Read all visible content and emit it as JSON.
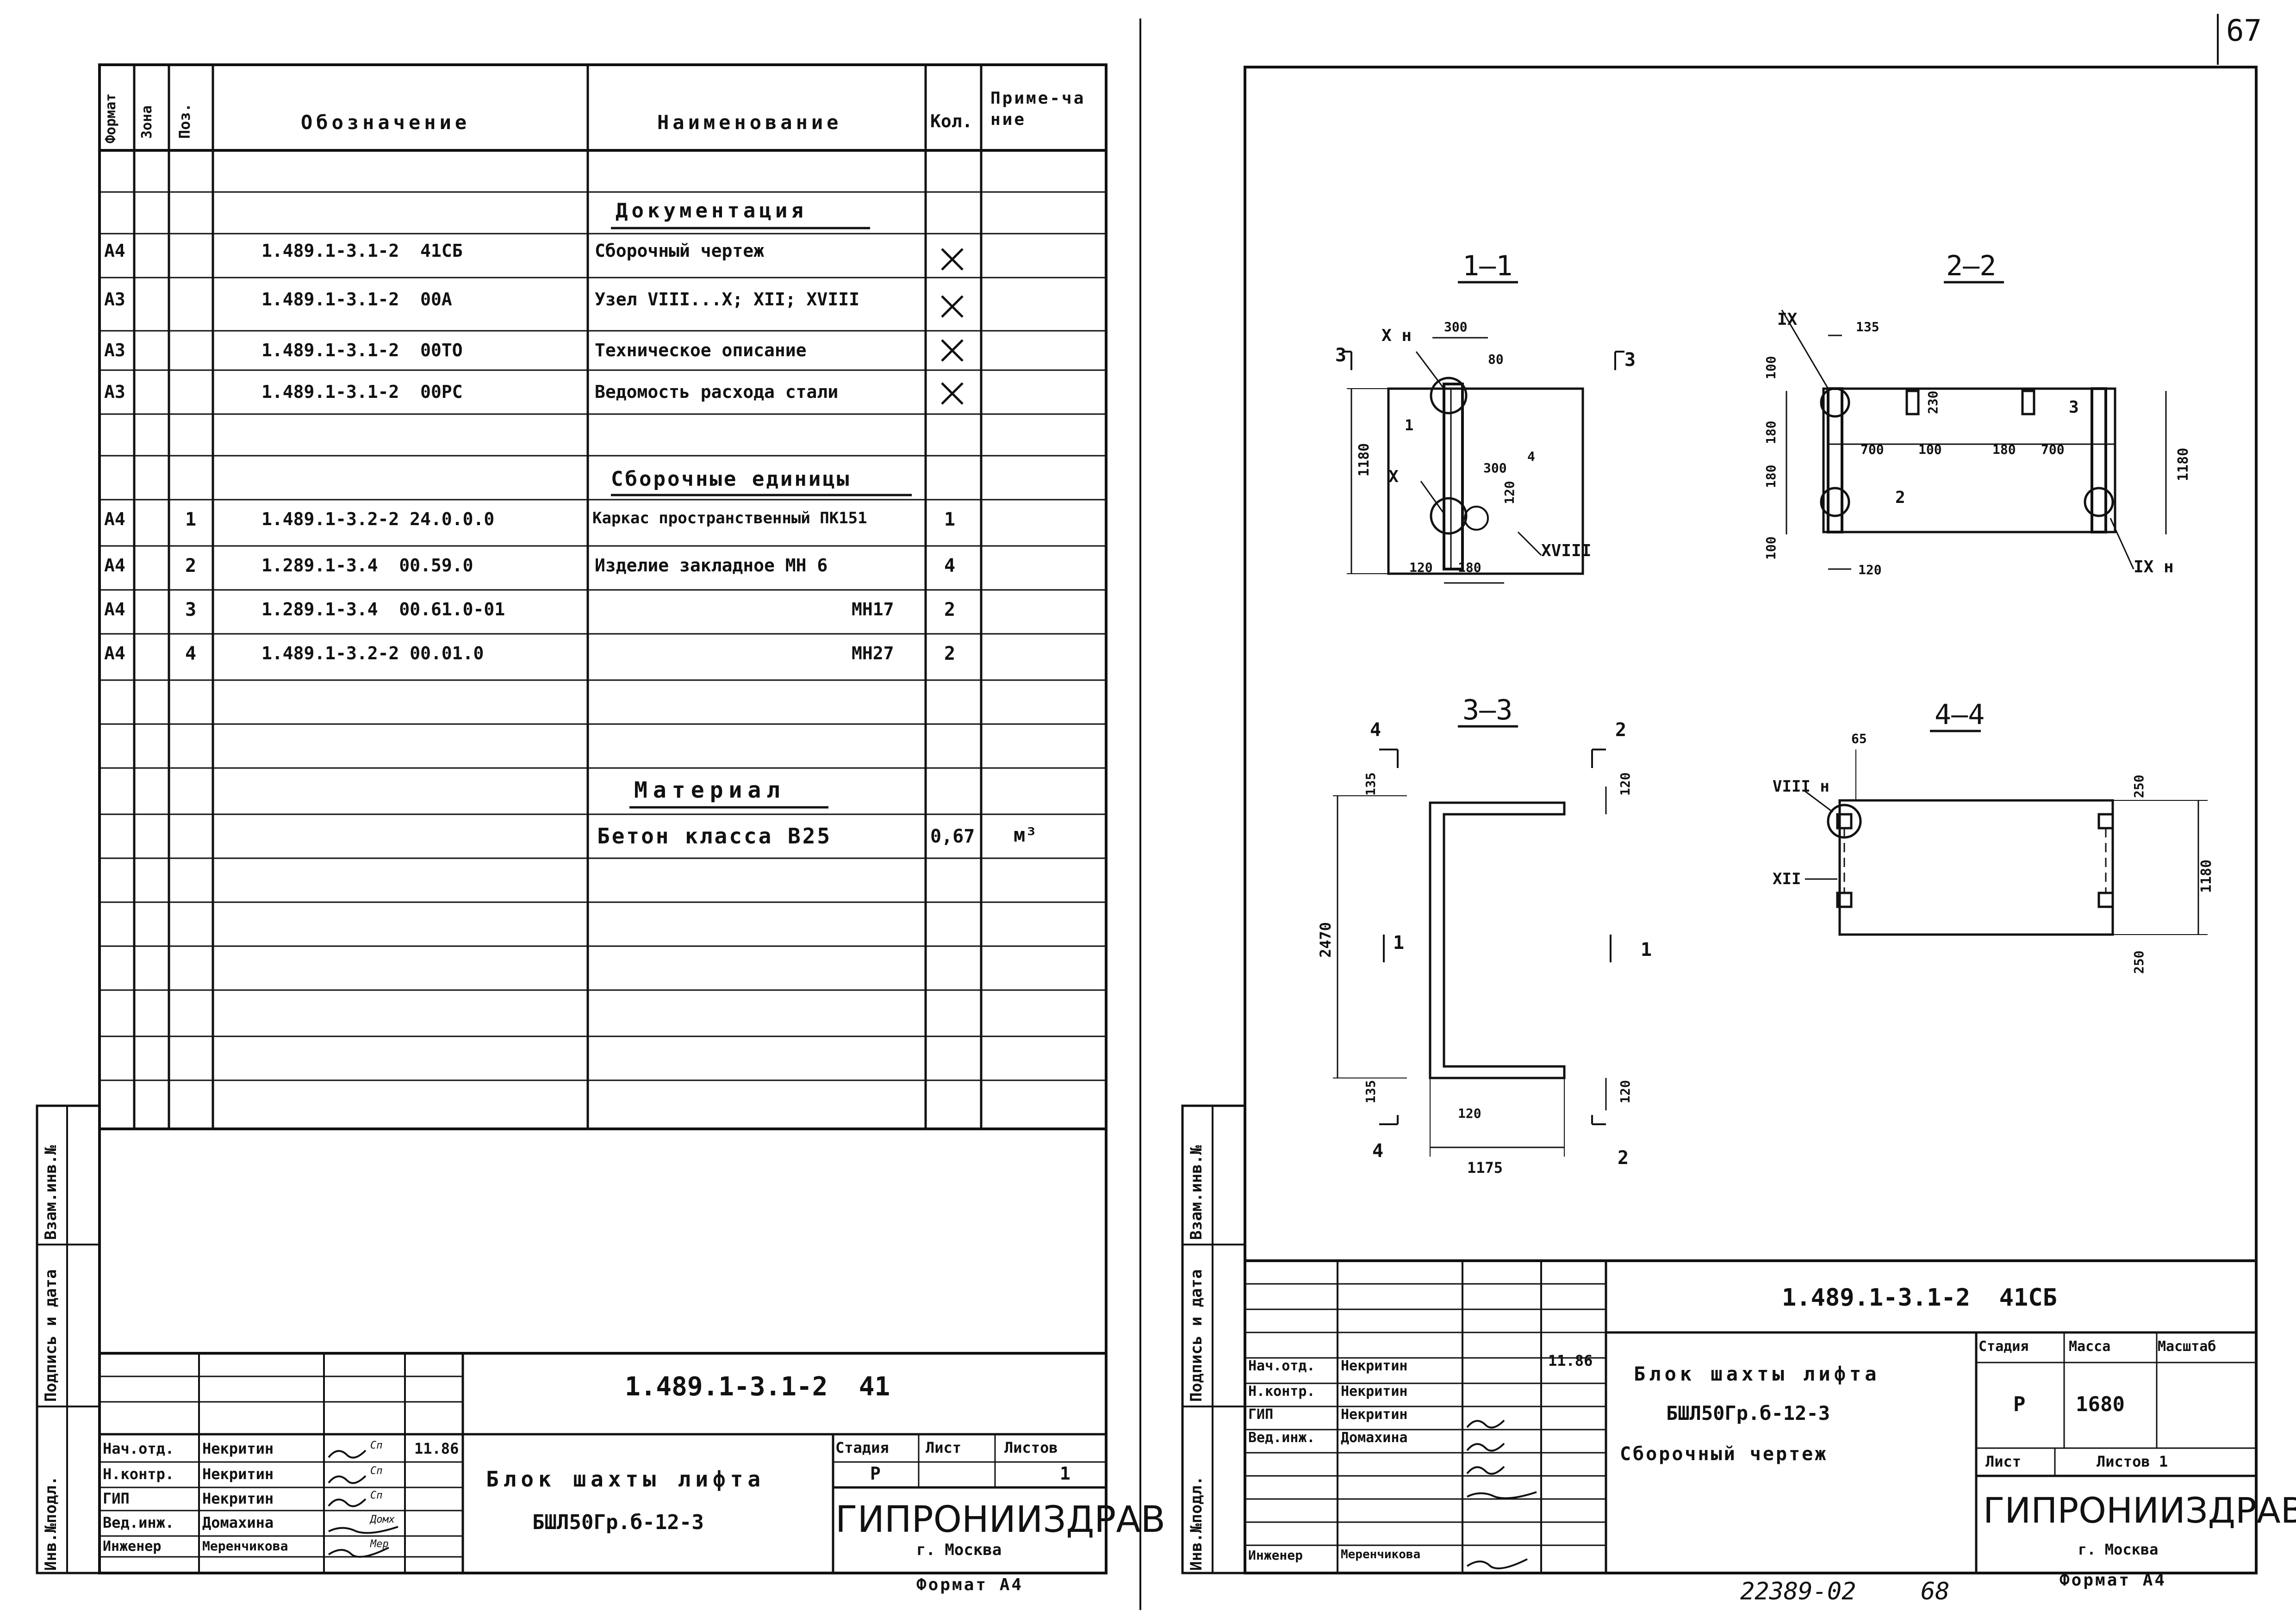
{
  "page_number": "67",
  "left_sheet": {
    "headers": {
      "format": "Формат",
      "zone": "Зона",
      "pos": "Поз.",
      "designation": "Обозначение",
      "name": "Наименование",
      "qty": "Кол.",
      "note": "Приме-чание"
    },
    "sections": {
      "documentation": "Документация",
      "assembly_units": "Сборочные единицы",
      "material": "Материал"
    },
    "doc_rows": [
      {
        "format": "А4",
        "designation": "1.489.1-3.1-2  41СБ",
        "name": "Сборочный чертеж",
        "qty": "×"
      },
      {
        "format": "А3",
        "designation": "1.489.1-3.1-2  00А",
        "name": "Узел VIII...X; XII; XVIII",
        "qty": "×"
      },
      {
        "format": "А3",
        "designation": "1.489.1-3.1-2  00ТО",
        "name": "Техническое описание",
        "qty": "×"
      },
      {
        "format": "А3",
        "designation": "1.489.1-3.1-2  00РС",
        "name": "Ведомость расхода стали",
        "qty": "×"
      }
    ],
    "unit_rows": [
      {
        "format": "А4",
        "pos": "1",
        "designation": "1.489.1-3.2-2 24.0.0.0",
        "name": "Каркас пространственный ПК151",
        "qty": "1"
      },
      {
        "format": "А4",
        "pos": "2",
        "designation": "1.289.1-3.4  00.59.0",
        "name": "Изделие закладное МН 6",
        "qty": "4"
      },
      {
        "format": "А4",
        "pos": "3",
        "designation": "1.289.1-3.4  00.61.0-01",
        "name": "МН17",
        "qty": "2"
      },
      {
        "format": "А4",
        "pos": "4",
        "designation": "1.489.1-3.2-2 00.01.0",
        "name": "МН27",
        "qty": "2"
      }
    ],
    "material_row": {
      "name": "Бетон класса В25",
      "qty": "0,67",
      "note": "м³"
    },
    "side_labels": [
      "Инв.№подл.",
      "Подпись и дата",
      "Взам.инв.№"
    ],
    "title_block": {
      "code": "1.489.1-3.1-2  41",
      "title_line1": "Блок шахты лифта",
      "title_line2": "БШЛ50Гр.б-12-3",
      "stage_label": "Стадия",
      "sheet_label": "Лист",
      "sheets_label": "Листов",
      "stage": "Р",
      "sheet": "",
      "sheets": "1",
      "org": "ГИПРОНИИЗДРАВ",
      "city": "г. Москва",
      "format_label": "Формат А4",
      "date": "11.86",
      "staff": [
        {
          "role": "Нач.отд.",
          "name": "Некритин",
          "sign": "Сп"
        },
        {
          "role": "Н.контр.",
          "name": "Некритин",
          "sign": "Сп"
        },
        {
          "role": "ГИП",
          "name": "Некритин",
          "sign": "Сп"
        },
        {
          "role": "Вед.инж.",
          "name": "Домахина",
          "sign": "Домх"
        },
        {
          "role": "Инженер",
          "name": "Меренчикова",
          "sign": "Мер"
        }
      ]
    }
  },
  "right_sheet": {
    "sections": [
      "1—1",
      "2—2",
      "3—3",
      "4—4"
    ],
    "dims_1_1": [
      "300",
      "80",
      "1180",
      "300",
      "4",
      "120",
      "120",
      "180",
      "1",
      "3",
      "3"
    ],
    "nodes_1_1": [
      "X н",
      "X",
      "XVIII"
    ],
    "dims_2_2": [
      "135",
      "100",
      "180",
      "180",
      "100",
      "700",
      "100",
      "180",
      "700",
      "230",
      "1180",
      "120",
      "2",
      "3"
    ],
    "nodes_2_2": [
      "IX",
      "IX н"
    ],
    "dims_3_3": [
      "135",
      "2470",
      "135",
      "120",
      "120",
      "1175",
      "120",
      "4",
      "2",
      "4",
      "2",
      "1",
      "1"
    ],
    "dims_4_4": [
      "65",
      "250",
      "1180",
      "250"
    ],
    "nodes_4_4": [
      "VIII н",
      "XII"
    ],
    "title_block": {
      "code": "1.489.1-3.1-2  41СБ",
      "title_line1": "Блок шахты лифта",
      "title_line2": "БШЛ50Гр.б-12-3",
      "title_line3": "Сборочный чертеж",
      "stage_label": "Стадия",
      "mass_label": "Масса",
      "scale_label": "Масштаб",
      "stage": "Р",
      "mass": "1680",
      "sheet_label": "Лист",
      "sheets_label": "Листов 1",
      "org": "ГИПРОНИИЗДРАВ",
      "city": "г. Москва",
      "format_label": "Формат А4",
      "date": "11.86"
    },
    "archive_number": "22389-02",
    "archive_page": "68"
  }
}
